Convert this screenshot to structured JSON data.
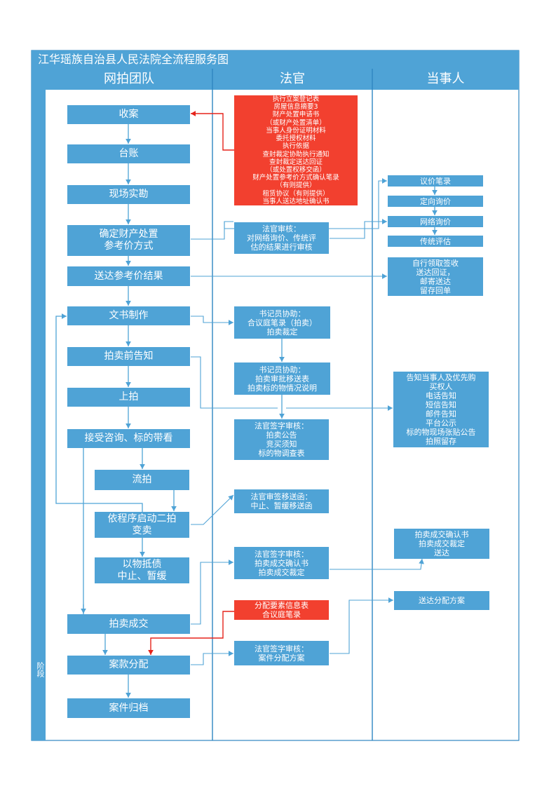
{
  "title": "江华瑶族自治县人民法院全流程服务图",
  "lanes": [
    "网拍团队",
    "法官",
    "当事人"
  ],
  "side_label": "阶段",
  "team_steps": {
    "s1": [
      "收案"
    ],
    "s2": [
      "台账"
    ],
    "s3": [
      "现场实勘"
    ],
    "s4": [
      "确定财产处置",
      "参考价方式"
    ],
    "s5": [
      "送达参考价结果"
    ],
    "s6": [
      "文书制作"
    ],
    "s7": [
      "拍卖前告知"
    ],
    "s8": [
      "上拍"
    ],
    "s9": [
      "接受咨询、标的带看"
    ],
    "s10": [
      "流拍"
    ],
    "s11": [
      "依程序启动二拍",
      "变卖"
    ],
    "s12": [
      "以物抵债",
      "中止、暂缓"
    ],
    "s13": [
      "拍卖成交"
    ],
    "s14": [
      "案款分配"
    ],
    "s15": [
      "案件归档"
    ]
  },
  "judge_boxes": {
    "docs": [
      "执行立案登记表",
      "房屋信息摘要3",
      "财产处置申请书",
      "（或财产处置清单）",
      "当事人身份证明材料",
      "委托授权材料",
      "执行依据",
      "查封裁定协助执行通知",
      "查封裁定送达回证",
      "（或处置权移交函）",
      "财产处置参考价方式确认笔录",
      "（有则提供）",
      "租赁协议（有则提供）",
      "当事人送达地址确认书"
    ],
    "review": [
      "法官审核：",
      "对网络询价、传统评",
      "估的结果进行审核"
    ],
    "clerk1": [
      "书记员协助：",
      "合议庭笔录（拍卖）",
      "拍卖裁定"
    ],
    "clerk2": [
      "书记员协助：",
      "拍卖审批移送表",
      "拍卖标的物情况说明"
    ],
    "sign1": [
      "法官签字审核：",
      "拍卖公告",
      "竞买须知",
      "标的物调查表"
    ],
    "transfer": [
      "法官审签移送函：",
      "中止、暂缓移送函"
    ],
    "sign2": [
      "法官签字审核：",
      "拍卖成交确认书",
      "拍卖成交裁定"
    ],
    "distribution_info": [
      "分配要素信息表",
      "合议庭笔录"
    ],
    "sign3": [
      "法官签字审核：",
      "案件分配方案"
    ]
  },
  "party_boxes": {
    "p1": [
      "议价笔录"
    ],
    "p2": [
      "定向询价"
    ],
    "p3": [
      "网络询价"
    ],
    "p4": [
      "传统评估"
    ],
    "p5": [
      "自行领取签收",
      "送达回证，",
      "邮寄送达",
      "留存回单"
    ],
    "p6": [
      "告知当事人及优先购",
      "买权人",
      "电话告知",
      "短信告知",
      "邮件告知",
      "平台公示",
      "标的物现场张贴公告",
      "拍照留存"
    ],
    "p7": [
      "拍卖成交确认书",
      "拍卖成交裁定",
      "送达"
    ],
    "p8": [
      "送达分配方案"
    ]
  },
  "colors": {
    "box_blue": "#4fa3d6",
    "header_blue": "#4fa3d6",
    "frame_blue": "#2e86c1",
    "alert_red": "#f2402f",
    "arrow_blue": "#4fa3d6",
    "arrow_red": "#e5231b",
    "text_white": "#ffffff"
  }
}
